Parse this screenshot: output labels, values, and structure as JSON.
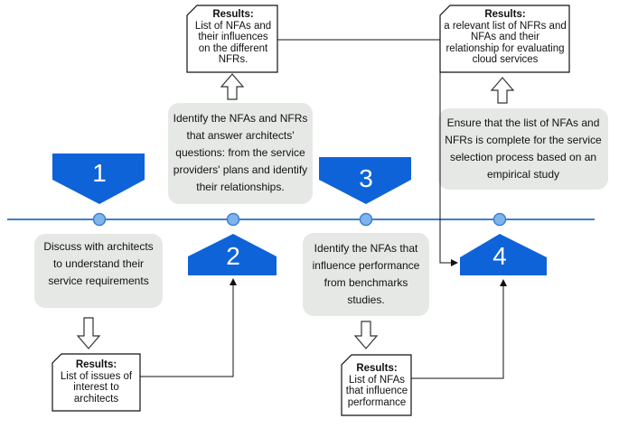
{
  "colors": {
    "timeline": "#3c7fd6",
    "node_fill": "#7fb4ea",
    "marker": "#0e63d8",
    "step_box": "#e6e8e6",
    "text": "#111111"
  },
  "steps": [
    {
      "number": "1",
      "text": "Discuss with architects to understand their service requirements",
      "results_title": "Results:",
      "results_text": "List of issues of interest to architects"
    },
    {
      "number": "2",
      "text": "Identify the NFAs and NFRs that answer architects' questions: from the service providers' plans and identify their relationships.",
      "results_title": "Results:",
      "results_text": "List of NFAs and their influences on the different NFRs."
    },
    {
      "number": "3",
      "text": "Identify the NFAs that influence performance from benchmarks studies.",
      "results_title": "Results:",
      "results_text": "List of NFAs that influence performance"
    },
    {
      "number": "4",
      "text": "Ensure that the list of NFAs and NFRs is complete for the service selection process based on an empirical study",
      "results_title": "Results:",
      "results_text": "a relevant list of NFRs and NFAs and their relationship for evaluating cloud services"
    }
  ]
}
